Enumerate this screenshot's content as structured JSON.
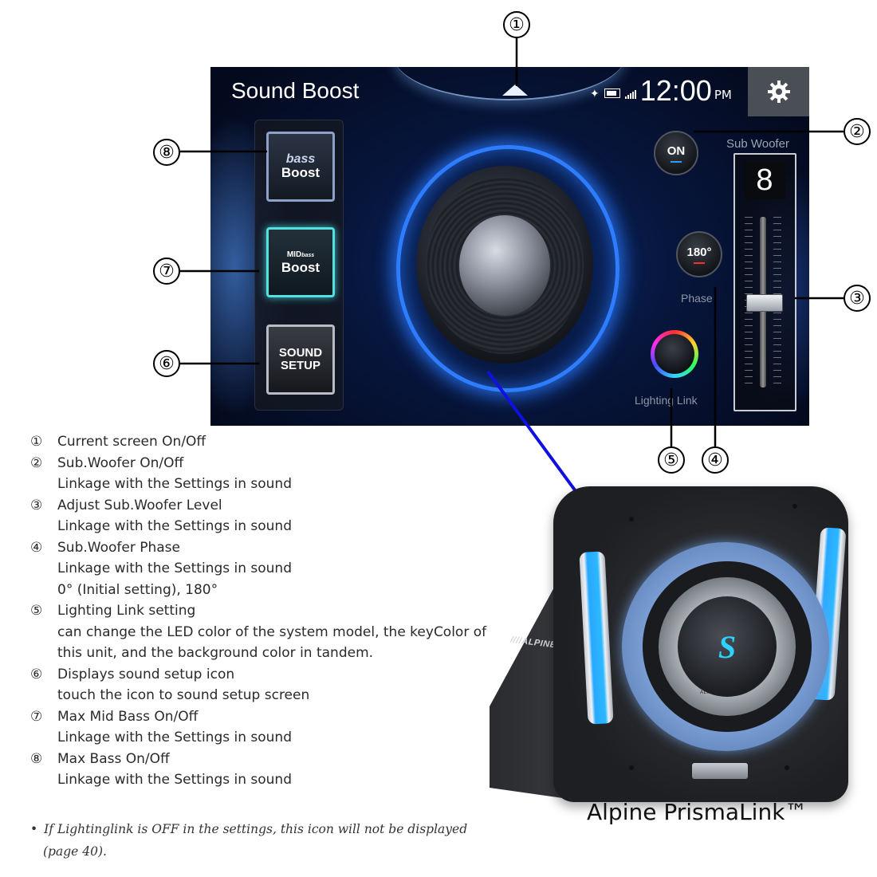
{
  "screen": {
    "title": "Sound Boost",
    "status": {
      "bluetooth_icon": "bluetooth-icon",
      "battery_icon": "battery-icon",
      "signal_icon": "signal-icon",
      "time": "12:00",
      "ampm": "PM"
    },
    "gear_icon": "gear-icon",
    "buttons": {
      "bass_boost": {
        "line1": "bass",
        "line2": "Boost"
      },
      "mid_bass_boost": {
        "line1_mid": "MID",
        "line1_bass": "bass",
        "line2": "Boost"
      },
      "sound_setup": {
        "line1": "SOUND",
        "line2": "SETUP"
      }
    },
    "subwoofer_toggle": "ON",
    "subwoofer_label": "Sub Woofer",
    "phase_value": "180°",
    "phase_label": "Phase",
    "lighting_label": "Lighting Link",
    "level_value": "8",
    "level_fraction": 0.5
  },
  "callouts": [
    "①",
    "②",
    "③",
    "④",
    "⑤",
    "⑥",
    "⑦",
    "⑧"
  ],
  "descriptions": [
    {
      "num": "①",
      "text": "Current screen On/Off",
      "sub": []
    },
    {
      "num": "②",
      "text": "Sub.Woofer On/Off",
      "sub": [
        "Linkage with the Settings in sound"
      ]
    },
    {
      "num": "③",
      "text": "Adjust Sub.Woofer Level",
      "sub": [
        "Linkage with the Settings in sound"
      ]
    },
    {
      "num": "④",
      "text": "Sub.Woofer Phase",
      "sub": [
        "Linkage with the Settings in sound",
        "0° (Initial setting), 180°"
      ]
    },
    {
      "num": "⑤",
      "text": "Lighting Link setting",
      "sub": [
        "can change the LED color of the system model, the keyColor of",
        "this unit, and the background color in tandem."
      ]
    },
    {
      "num": "⑥",
      "text": "Displays sound setup icon",
      "sub": [
        "touch the icon to sound setup screen"
      ]
    },
    {
      "num": "⑦",
      "text": "Max Mid Bass On/Off",
      "sub": [
        "Linkage with the Settings in sound"
      ]
    },
    {
      "num": "⑧",
      "text": "Max Bass On/Off",
      "sub": [
        "Linkage with the Settings in sound"
      ]
    }
  ],
  "note": {
    "bullet": "•",
    "line1": "If Lightinglink is OFF in the settings, this icon will not be displayed",
    "line2": "(page 40)."
  },
  "product": {
    "caption": "Alpine PrismaLink™",
    "side_brand": "////ALPINE",
    "cone_brand": "ALPINE",
    "logo_glyph": "S"
  },
  "colors": {
    "arrow": "#1010e0",
    "accent_blue": "#2f7dff",
    "led_blue": "#2db8ff",
    "mid_boost_glow": "#52e0e0"
  }
}
